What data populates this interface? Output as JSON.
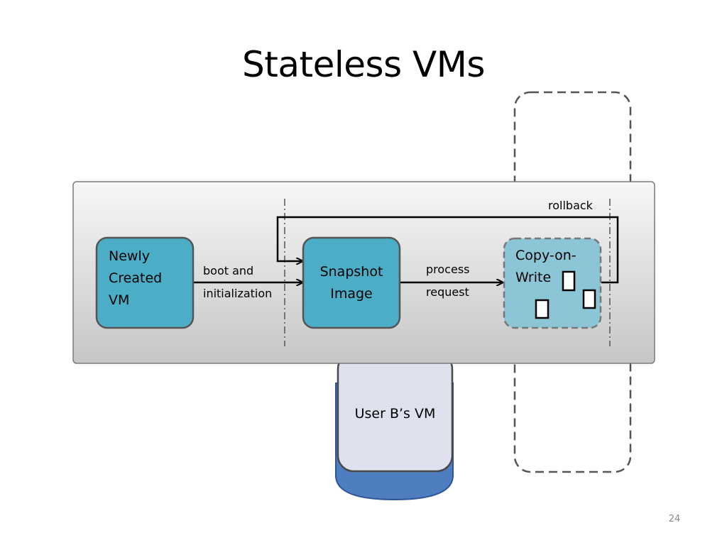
{
  "slide": {
    "title": "Stateless VMs",
    "page_number": "24"
  },
  "diagram": {
    "newly_created_vm": {
      "line1": "Newly",
      "line2": "Created",
      "line3": "VM"
    },
    "boot_label": {
      "line1": "boot and",
      "line2": "initialization"
    },
    "snapshot_image": {
      "line1": "Snapshot",
      "line2": "Image"
    },
    "process_label": {
      "line1": "process",
      "line2": "request"
    },
    "copy_on_write": {
      "line1": "Copy-on-",
      "line2": "Write"
    },
    "rollback_label": "rollback",
    "user_b_vm": "User B’s VM"
  },
  "colors": {
    "box_teal": "#4badc6",
    "cow_teal": "#8cc6d6",
    "user_vm_fill": "#dfe1ee",
    "user_vm_base": "#4e7dc0",
    "panel_gray": "#d6d6d6"
  }
}
